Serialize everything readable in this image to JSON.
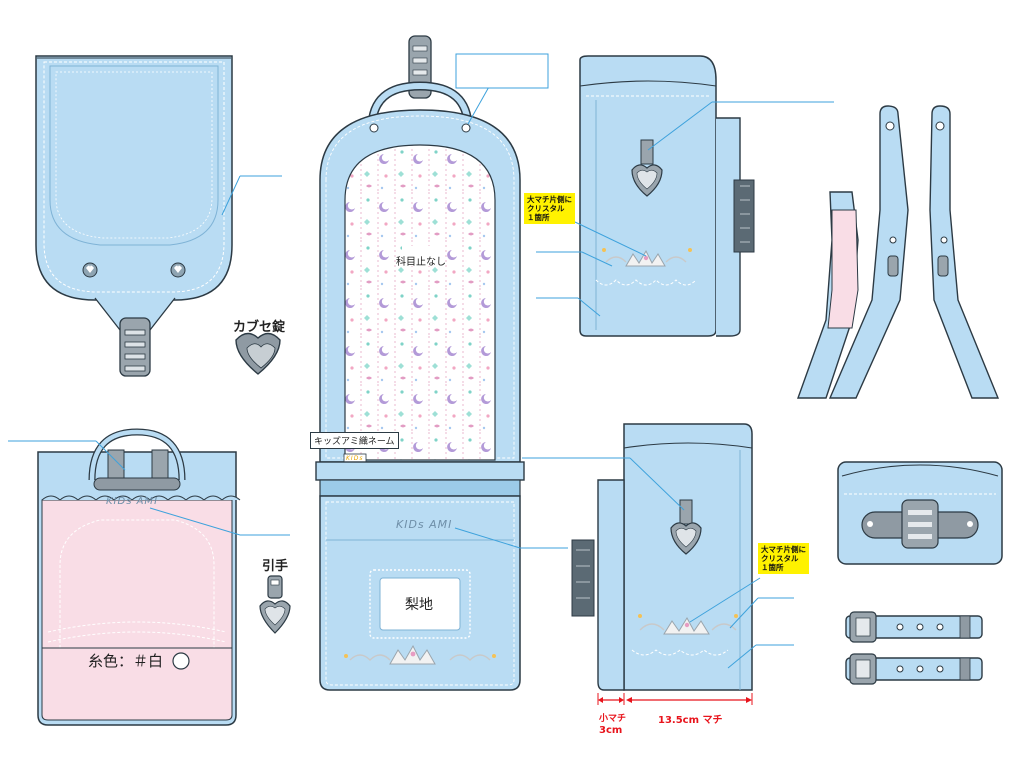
{
  "colors": {
    "body_blue": "#b9dcf3",
    "body_blue_dark": "#9ccbe8",
    "outline": "#2c3a44",
    "pink": "#f9dde6",
    "callout_line": "#3ea2dc",
    "yellow": "#fff200",
    "red": "#e8141c"
  },
  "labels": {
    "kabuse_lock": "カブセ錠",
    "handle": "引手",
    "no_subject_stop": "科目止なし",
    "kids_ami_woven_name": "キッズアミ織ネーム",
    "nashiji": "梨地",
    "thread_color": "糸色：＃白",
    "crystal_note_top": "大マチ片側に\nクリスタル\n１箇所",
    "crystal_note_bottom": "大マチ片側に\nクリスタル\n１箇所",
    "small_gusset": "小マチ",
    "small_gusset_size": "3cm",
    "gusset_size": "13.5cm マチ",
    "brand_mark": "KIDs AMI",
    "brand_tag": "KIDs"
  },
  "icons": [
    "heart-lock-icon",
    "zipper-handle-icon",
    "buckle-icon",
    "tiara-icon",
    "bow-icon",
    "moon-icon",
    "heart-icon",
    "circle-icon"
  ]
}
